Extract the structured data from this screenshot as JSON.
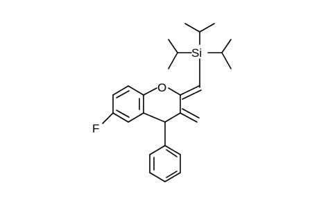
{
  "molecule": {
    "atom_labels": {
      "oxygen": "O",
      "silicon": "Si",
      "fluorine": "F"
    },
    "colors": {
      "background": "#ffffff",
      "bond": "#000000"
    }
  }
}
